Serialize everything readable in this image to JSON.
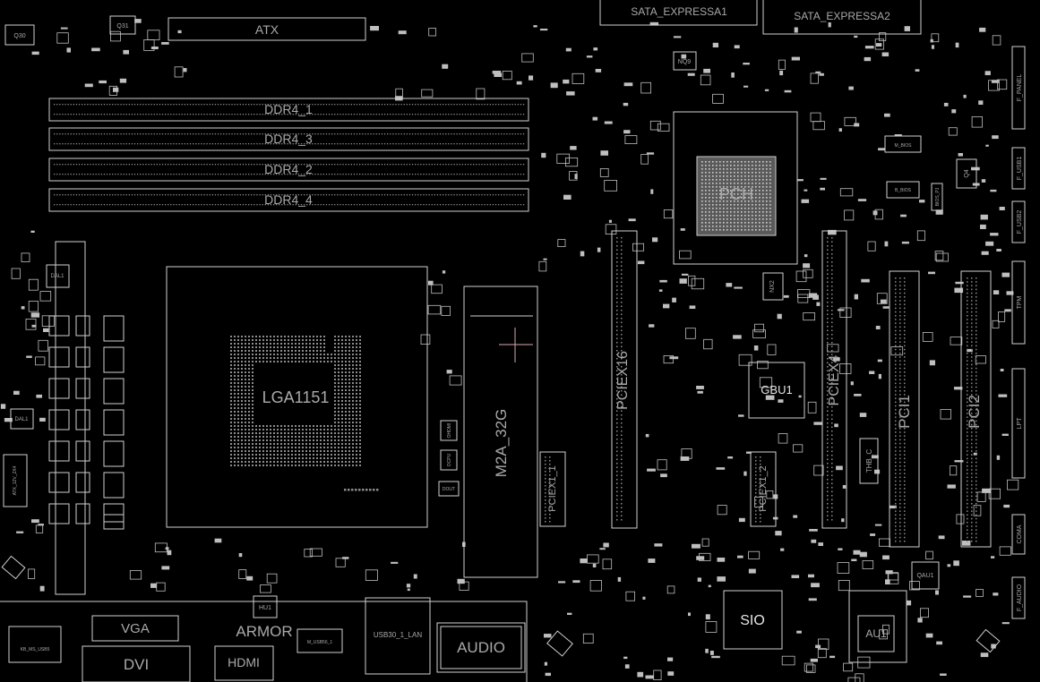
{
  "labels": {
    "atx": "ATX",
    "sata_express_1": "SATA_EXPRESSA1",
    "sata_express_2": "SATA_EXPRESSA2",
    "ddr4_1": "DDR4_1",
    "ddr4_3": "DDR4_3",
    "ddr4_2": "DDR4_2",
    "ddr4_4": "DDR4_4",
    "cpu_socket": "LGA1151",
    "m2": "M2A_32G",
    "pciex16": "PCIEX16",
    "pciex4": "PCIEX4",
    "pci1": "PCI1",
    "pci2": "PCI2",
    "pciex1_1": "PCIEX1_1",
    "pciex1_2": "PCIEX1_2",
    "pch": "PCH",
    "gbu1": "GBU1",
    "sio": "SIO",
    "vga": "VGA",
    "dvi": "DVI",
    "hdmi": "HDMI",
    "armor": "ARMOR",
    "audio": "AUDIO",
    "usb30_1_lan": "USB30_1_LAN",
    "thb_c": "THB_C",
    "f_panel": "F_PANEL",
    "f_usb1": "F_USB1",
    "f_usb2": "F_USB2",
    "tpm": "TPM",
    "lpt": "LPT",
    "coma": "COMA",
    "f_audio": "F_AUDIO",
    "q30": "Q30",
    "q31": "Q31",
    "q4": "Q4",
    "nq9": "NQ9",
    "nx2": "NX2",
    "hu1": "HU1",
    "au1": "AU1",
    "qau1": "QAU1",
    "dal1": "DAL1",
    "dal1b": "DAL1",
    "atx_12v": "ATX_12V_2X4",
    "kb_ms_usb": "KB_MS_USB5",
    "m_usb": "M_USB56_1",
    "m_bios": "M_BIOS",
    "b_bios": "B_BIOS",
    "bios_pj": "BIOS_PJ",
    "ohdmi": "OHDMI",
    "ocpu": "OCPU",
    "dout": "DOUT"
  }
}
